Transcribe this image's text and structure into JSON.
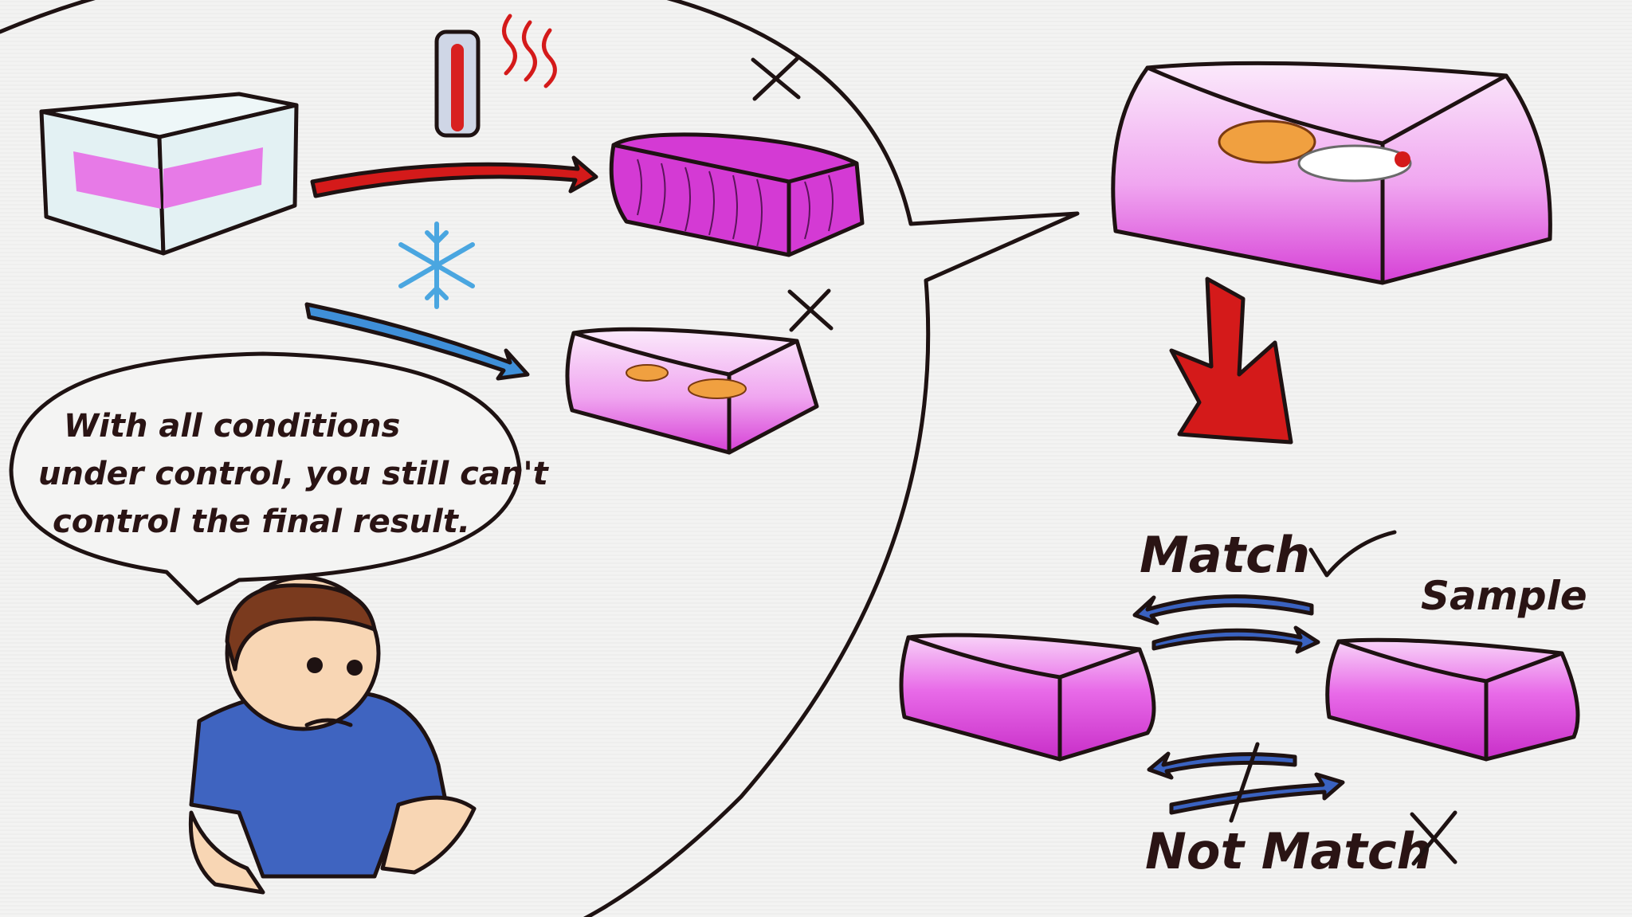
{
  "speech_bubble": {
    "lines": [
      "With all conditions",
      "under control, you still can't",
      "control the final result."
    ]
  },
  "labels": {
    "match": "Match",
    "sample": "Sample",
    "not_match": "Not Match"
  },
  "colors": {
    "ink": "#1e1212",
    "magenta": "#d93ad9",
    "pink_light": "#f6c8f6",
    "red": "#d41a1a",
    "blue": "#3a62c0",
    "snow": "#4aa6e0"
  },
  "icons": [
    "thermometer-icon",
    "heat-waves-icon",
    "snowflake-icon",
    "cross-icon",
    "check-icon"
  ]
}
